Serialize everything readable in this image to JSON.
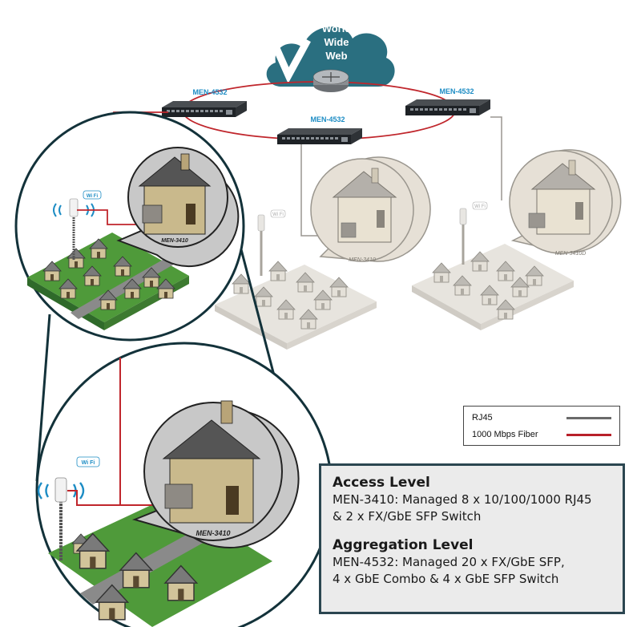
{
  "cloud": {
    "line1": "World",
    "line2": "Wide",
    "line3": "Web"
  },
  "switches": {
    "left": "MEN-4532",
    "center": "MEN-4532",
    "right": "MEN-4532"
  },
  "devices": {
    "zoom_top": "MEN-3410",
    "zoom_bottom": "MEN-3410",
    "mid": "MEN-3410",
    "right": "MEN-3410D"
  },
  "wifi": {
    "label": "Wi Fi"
  },
  "legend": {
    "rj45": {
      "label": "RJ45",
      "color": "#6a6a6a"
    },
    "fiber": {
      "label": "1000 Mbps Fiber",
      "color": "#b8202a"
    }
  },
  "info": {
    "access_title": "Access Level",
    "access_line1": "MEN-3410: Managed 8 x 10/100/1000 RJ45",
    "access_line2": "& 2 x FX/GbE SFP Switch",
    "agg_title": "Aggregation Level",
    "agg_line1": "MEN-4532: Managed 20 x FX/GbE SFP,",
    "agg_line2": "4 x GbE Combo &  4 x GbE SFP Switch"
  },
  "colors": {
    "cloud": "#2a6f80",
    "ring": "#c0262c",
    "circle_border": "#13323a",
    "house_wall": "#c9b98c",
    "roof": "#5a5a5a",
    "grass": "#4f9a3a"
  }
}
